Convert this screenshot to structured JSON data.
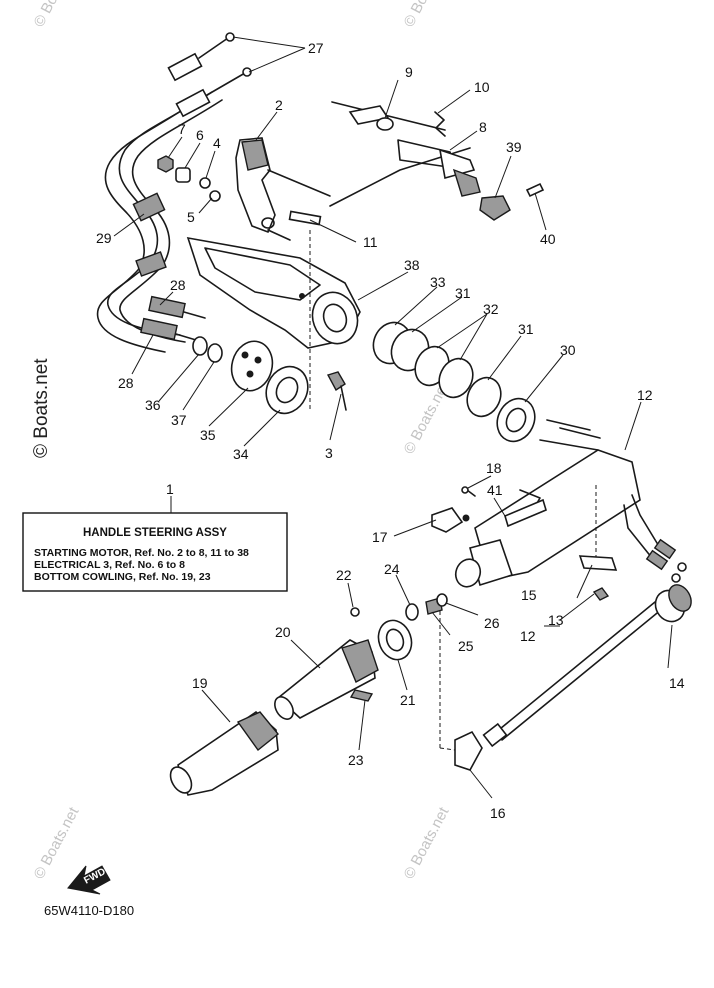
{
  "note": {
    "title": "HANDLE STEERING ASSY",
    "lines": [
      "STARTING MOTOR, Ref. No. 2 to 8, 11 to 38",
      "ELECTRICAL 3, Ref. No. 6 to 8",
      "BOTTOM COWLING, Ref. No. 19, 23"
    ]
  },
  "callouts": {
    "c1": "1",
    "c2": "2",
    "c3": "3",
    "c4": "4",
    "c5": "5",
    "c6": "6",
    "c7": "7",
    "c8": "8",
    "c9": "9",
    "c10": "10",
    "c11": "11",
    "c12": "12",
    "c12b": "12",
    "c13": "13",
    "c14": "14",
    "c15": "15",
    "c16": "16",
    "c17": "17",
    "c18": "18",
    "c19": "19",
    "c20": "20",
    "c21": "21",
    "c22": "22",
    "c23": "23",
    "c24": "24",
    "c25": "25",
    "c26": "26",
    "c27": "27",
    "c28a": "28",
    "c28b": "28",
    "c29": "29",
    "c30": "30",
    "c31a": "31",
    "c31b": "31",
    "c32": "32",
    "c33": "33",
    "c34": "34",
    "c35": "35",
    "c36": "36",
    "c37": "37",
    "c38": "38",
    "c39": "39",
    "c40": "40",
    "c41": "41"
  },
  "fwd_label": "FWD",
  "diagram_code": "65W4110-D180",
  "watermarks": {
    "side": "© Boats.net",
    "stamp": "© Boats.net"
  }
}
